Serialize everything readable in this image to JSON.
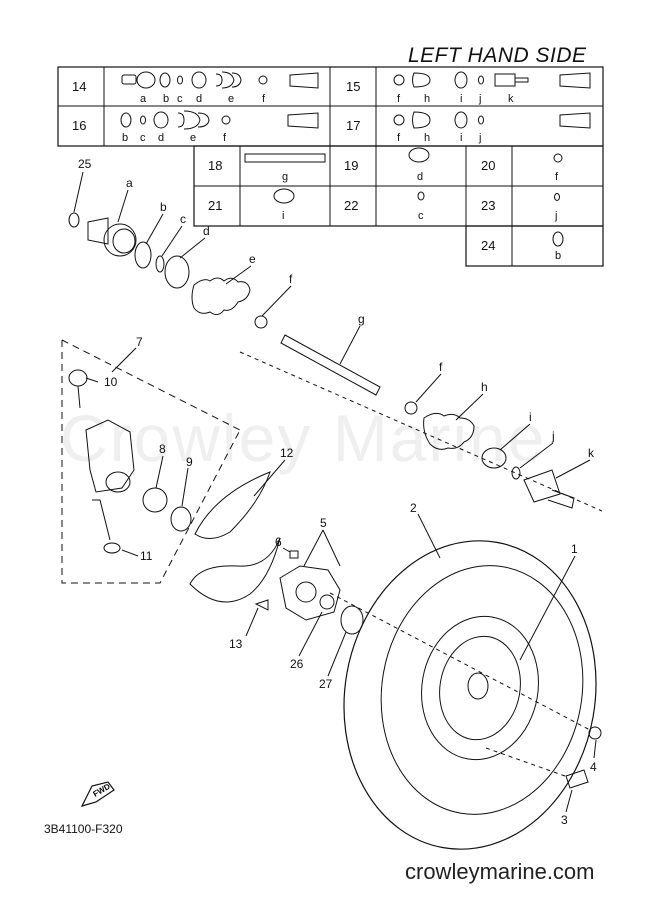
{
  "header": {
    "title": "LEFT HAND SIDE"
  },
  "footer": {
    "code": "3B41100-F320",
    "site": "crowleymarine.com"
  },
  "watermark": "Crowley Marine",
  "table": {
    "r14": {
      "num": "14",
      "letters": [
        "a",
        "b",
        "c",
        "d",
        "e",
        "f"
      ]
    },
    "r15": {
      "num": "15",
      "letters": [
        "f",
        "h",
        "i",
        "j",
        "k"
      ]
    },
    "r16": {
      "num": "16",
      "letters": [
        "b",
        "c",
        "d",
        "e",
        "f"
      ]
    },
    "r17": {
      "num": "17",
      "letters": [
        "f",
        "h",
        "i",
        "j"
      ]
    },
    "r18": {
      "num": "18",
      "letter": "g"
    },
    "r19": {
      "num": "19",
      "letter": "d"
    },
    "r20": {
      "num": "20",
      "letter": "f"
    },
    "r21": {
      "num": "21",
      "letter": "i"
    },
    "r22": {
      "num": "22",
      "letter": "c"
    },
    "r23": {
      "num": "23",
      "letter": "j"
    },
    "r24": {
      "num": "24",
      "letter": "b"
    }
  },
  "callouts": {
    "n25": "25",
    "a": "a",
    "b": "b",
    "c": "c",
    "d": "d",
    "e": "e",
    "f1": "f",
    "g": "g",
    "f2": "f",
    "h": "h",
    "i": "i",
    "j": "j",
    "k": "k",
    "n7": "7",
    "n10": "10",
    "n8": "8",
    "n9": "9",
    "n12": "12",
    "n11": "11",
    "n5": "5",
    "n6": "6",
    "n13": "13",
    "n26": "26",
    "n27": "27",
    "n2": "2",
    "n1": "1",
    "n4": "4",
    "n3": "3"
  },
  "fwd": "FWD"
}
